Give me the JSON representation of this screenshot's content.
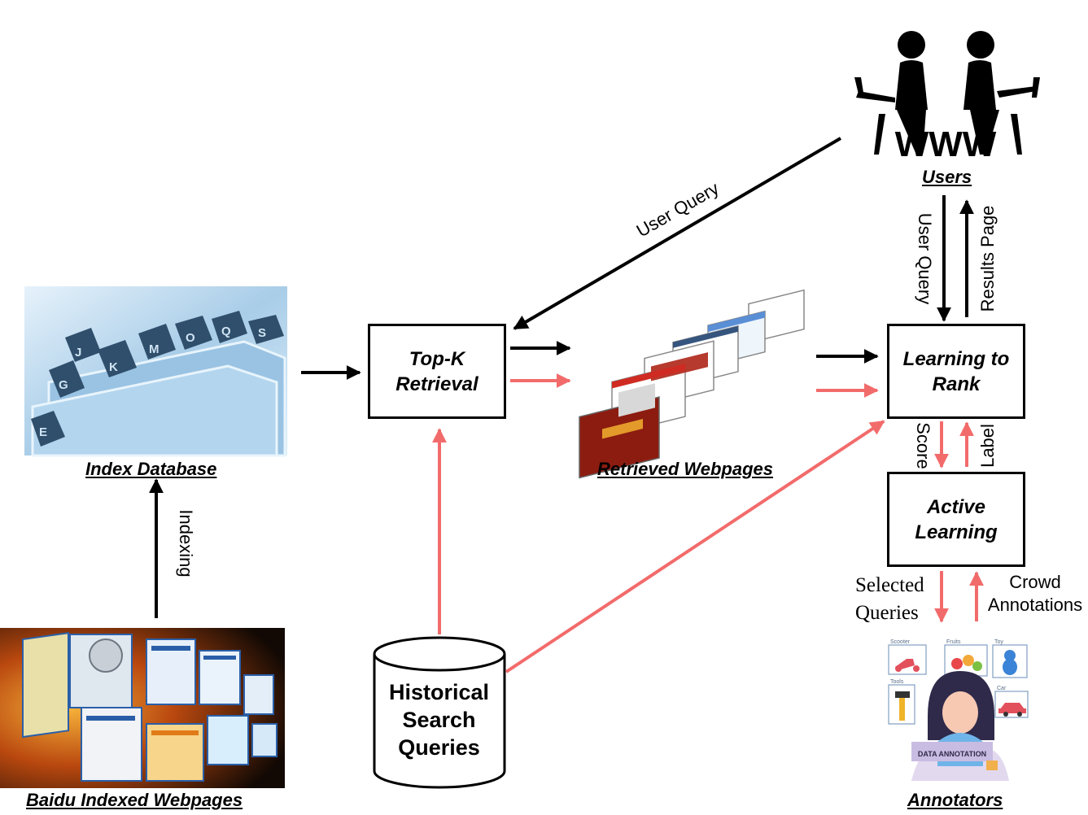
{
  "boxes": {
    "topk": "Top-K\nRetrieval",
    "ltr": "Learning to\nRank",
    "active": "Active\nLearning"
  },
  "cylinder": {
    "label": "Historical\nSearch\nQueries"
  },
  "captions": {
    "index_db": "Index Database",
    "baidu": "Baidu Indexed Webpages",
    "retrieved": "Retrieved Webpages",
    "users": "Users",
    "annotators": "Annotators"
  },
  "edge_labels": {
    "indexing": "Indexing",
    "user_query_diag": "User Query",
    "user_query_vert": "User Query",
    "results_page": "Results Page",
    "score": "Score",
    "label": "Label",
    "selected_queries": "Selected\nQueries",
    "crowd_annotations": "Crowd\nAnnotations"
  },
  "icon_text": {
    "www": "WWW",
    "index_tabs": [
      "E",
      "G",
      "J",
      "K",
      "M",
      "O",
      "Q",
      "S"
    ],
    "annotation_categories": [
      "Scooter",
      "Fruits",
      "Toy",
      "Tools",
      "Car"
    ],
    "annotation_banner": "DATA ANNOTATION"
  },
  "colors": {
    "black_flow": "#000000",
    "red_flow": "#f26b6b"
  }
}
